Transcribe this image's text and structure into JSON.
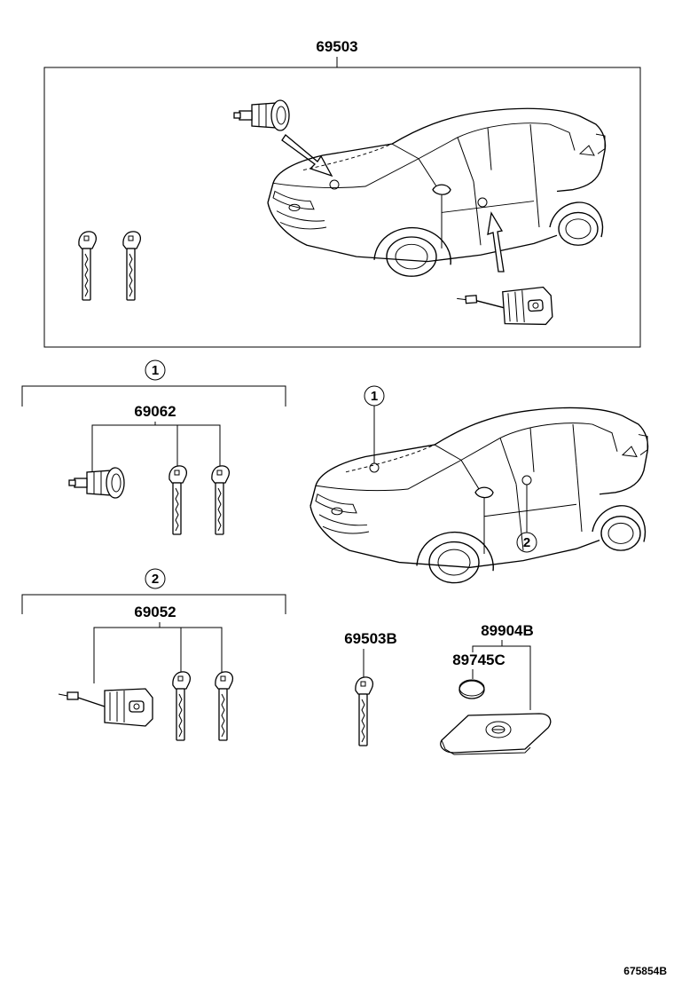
{
  "labels": {
    "main_assembly": "69503",
    "callout_1": "1",
    "callout_2": "2",
    "set_1": "69062",
    "set_2": "69052",
    "key_blank": "69503B",
    "transmitter": "89904B",
    "battery": "89745C",
    "drawing_code": "675854B"
  }
}
